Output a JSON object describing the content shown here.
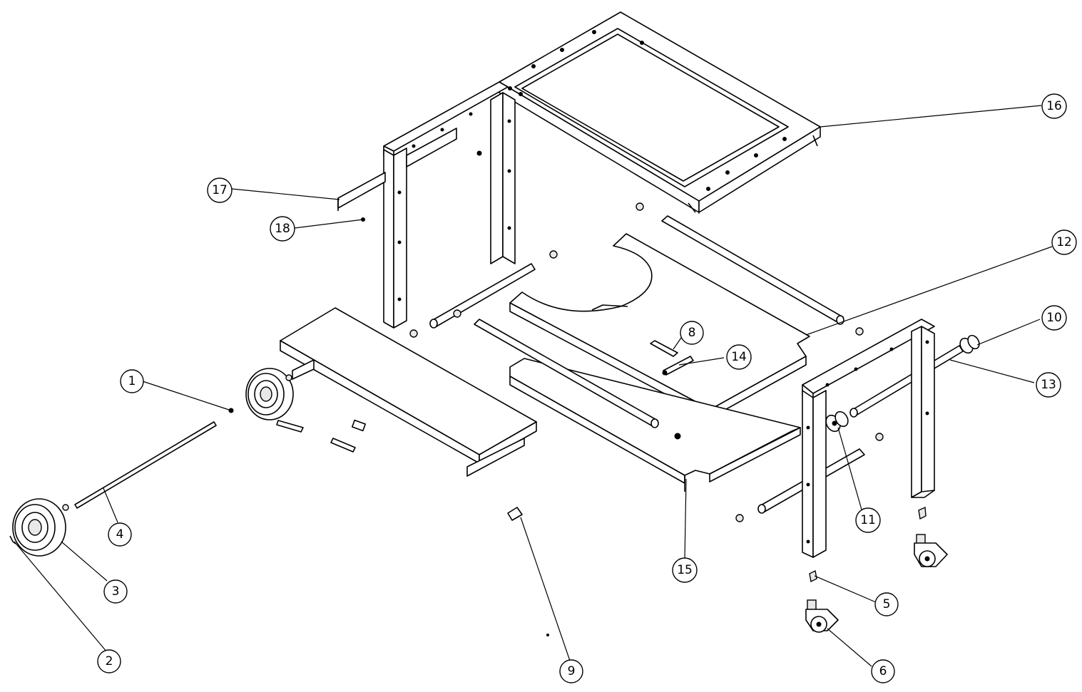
{
  "callouts": [
    {
      "id": "1",
      "label": "1"
    },
    {
      "id": "2",
      "label": "2"
    },
    {
      "id": "3",
      "label": "3"
    },
    {
      "id": "4",
      "label": "4"
    },
    {
      "id": "5",
      "label": "5"
    },
    {
      "id": "6",
      "label": "6"
    },
    {
      "id": "8",
      "label": "8"
    },
    {
      "id": "9",
      "label": "9"
    },
    {
      "id": "10",
      "label": "10"
    },
    {
      "id": "11",
      "label": "11"
    },
    {
      "id": "12",
      "label": "12"
    },
    {
      "id": "13",
      "label": "13"
    },
    {
      "id": "14",
      "label": "14"
    },
    {
      "id": "15",
      "label": "15"
    },
    {
      "id": "16",
      "label": "16"
    },
    {
      "id": "17",
      "label": "17"
    },
    {
      "id": "18",
      "label": "18"
    }
  ]
}
